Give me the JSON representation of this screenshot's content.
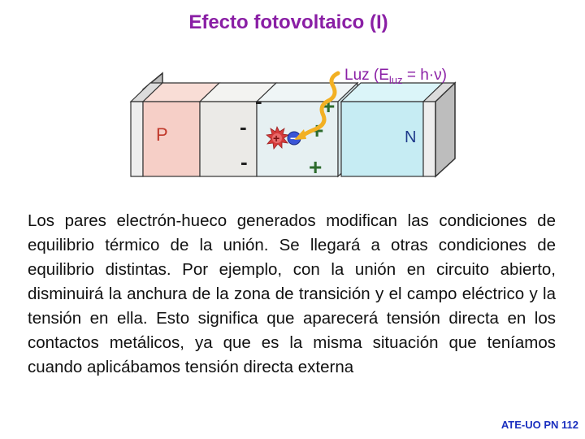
{
  "slide": {
    "title": "Efecto fotovoltaico (I)",
    "footer": "ATE-UO PN 112"
  },
  "diagram": {
    "p_label": "P",
    "n_label": "N",
    "light_label_prefix": "Luz  (E",
    "light_label_sub": "luz",
    "light_label_suffix": " = h·ν)",
    "minus_signs": [
      "-",
      "-",
      "-"
    ],
    "plus_signs": [
      "+",
      "+",
      "+"
    ],
    "hole_symbol": "+",
    "electron_symbol": "−",
    "colors": {
      "p_region": "#f6cfc7",
      "n_region": "#c6ecf3",
      "depletion_left": "#ebeae7",
      "depletion_right": "#e6f0f2",
      "metal_contact": "#bdbdbd",
      "title": "#8a1fa5",
      "light_ray": "#f2b023",
      "footer": "#1a2fbf"
    }
  },
  "body": {
    "paragraph": "Los pares electrón-hueco generados modifican las condiciones de equilibrio térmico de la unión. Se llegará a otras condiciones de equilibrio distintas. Por ejemplo, con la unión en circuito abierto, disminuirá la anchura de la zona de transición y el campo eléctrico y la tensión en ella. Esto significa que aparecerá tensión directa en los contactos metálicos, ya que es la misma situación que teníamos cuando aplicábamos tensión directa externa"
  }
}
